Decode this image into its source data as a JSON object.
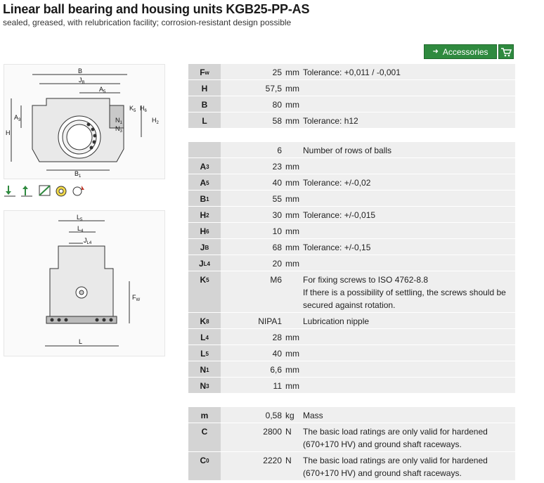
{
  "header": {
    "title": "Linear ball bearing and housing units KGB25-PP-AS",
    "subtitle": "sealed, greased, with relubrication facility; corrosion-resistant design possible"
  },
  "actions": {
    "accessories_label": "Accessories",
    "accent_color": "#2f8a3f"
  },
  "drawing1": {
    "labels": [
      "B",
      "JB",
      "A5",
      "K5",
      "H6",
      "A3",
      "H",
      "H2",
      "N1",
      "N3",
      "B1"
    ]
  },
  "drawing2": {
    "labels": [
      "L5",
      "L4",
      "JL4",
      "FW",
      "L"
    ]
  },
  "feature_icons": [
    "load-down-icon",
    "load-up-icon",
    "misalignment-icon",
    "sealed-icon",
    "relubrication-icon"
  ],
  "groups": [
    {
      "rows": [
        {
          "key": "F",
          "sub": "w",
          "value": "25",
          "unit": "mm",
          "note": "Tolerance: +0,011 / -0,001"
        },
        {
          "key": "H",
          "sub": "",
          "value": "57,5",
          "unit": "mm",
          "note": ""
        },
        {
          "key": "B",
          "sub": "",
          "value": "80",
          "unit": "mm",
          "note": ""
        },
        {
          "key": "L",
          "sub": "",
          "value": "58",
          "unit": "mm",
          "note": "Tolerance: h12"
        }
      ]
    },
    {
      "rows": [
        {
          "key": "",
          "sub": "",
          "value": "6",
          "unit": "",
          "note": "Number of rows of balls"
        },
        {
          "key": "A",
          "sub": "3",
          "value": "23",
          "unit": "mm",
          "note": ""
        },
        {
          "key": "A",
          "sub": "5",
          "value": "40",
          "unit": "mm",
          "note": "Tolerance: +/-0,02"
        },
        {
          "key": "B",
          "sub": "1",
          "value": "55",
          "unit": "mm",
          "note": ""
        },
        {
          "key": "H",
          "sub": "2",
          "value": "30",
          "unit": "mm",
          "note": "Tolerance: +/-0,015"
        },
        {
          "key": "H",
          "sub": "6",
          "value": "10",
          "unit": "mm",
          "note": ""
        },
        {
          "key": "J",
          "sub": "B",
          "value": "68",
          "unit": "mm",
          "note": "Tolerance: +/-0,15"
        },
        {
          "key": "J",
          "sub": "L4",
          "value": "20",
          "unit": "mm",
          "note": ""
        },
        {
          "key": "K",
          "sub": "5",
          "value": "M6",
          "unit": "",
          "note": "For fixing screws to ISO 4762-8.8\nIf there is a possibility of settling, the screws should be\nsecured against rotation."
        },
        {
          "key": "K",
          "sub": "8",
          "value": "NIPA1",
          "unit": "",
          "note": "Lubrication nipple"
        },
        {
          "key": "L",
          "sub": "4",
          "value": "28",
          "unit": "mm",
          "note": ""
        },
        {
          "key": "L",
          "sub": "5",
          "value": "40",
          "unit": "mm",
          "note": ""
        },
        {
          "key": "N",
          "sub": "1",
          "value": "6,6",
          "unit": "mm",
          "note": ""
        },
        {
          "key": "N",
          "sub": "3",
          "value": "11",
          "unit": "mm",
          "note": ""
        }
      ]
    },
    {
      "rows": [
        {
          "key": "m",
          "sub": "",
          "value": "0,58",
          "unit": "kg",
          "note": "Mass"
        },
        {
          "key": "C",
          "sub": "",
          "value": "2800",
          "unit": "N",
          "note": "The basic load ratings are only valid for hardened\n(670+170 HV) and ground shaft raceways."
        },
        {
          "key": "C",
          "sub": "0",
          "value": "2220",
          "unit": "N",
          "note": "The basic load ratings are only valid for hardened\n(670+170 HV) and ground shaft raceways."
        }
      ]
    }
  ]
}
